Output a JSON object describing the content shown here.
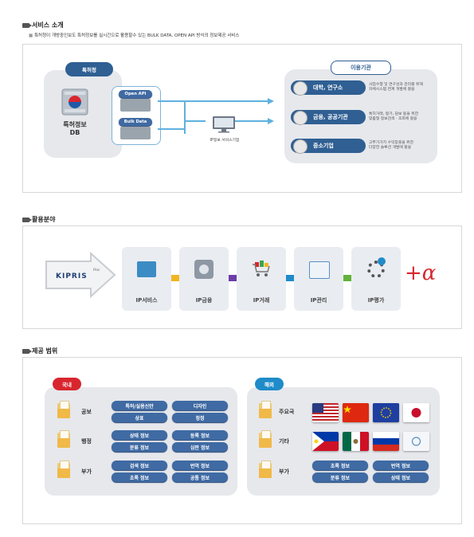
{
  "sec1": {
    "title": "서비스 소개",
    "desc": "특허청이 개방중인보도 특허정보를 실시간으로 활용할수 있는 BULK DATA, OPEN API 방식의 정보제공 서비스",
    "kipo_label": "특허청",
    "db_label_1": "특허정보",
    "db_label_2": "DB",
    "open_api": "Open API",
    "bulk_data": "Bulk Data",
    "company_label": "IP정보 서비스기업",
    "users_label": "이용기관",
    "orgs": [
      {
        "name": "대학, 연구소",
        "desc1": "사업수행 및 연구성과 관리를 위해",
        "desc2": "자체시스템 연계 개발에 활용"
      },
      {
        "name": "금융, 공공기관",
        "desc1": "특허거래, 평가, 담보 등을 위한",
        "desc2": "맞춤형 정보검색 · 조회에 활용"
      },
      {
        "name": "중소기업",
        "desc1": "고부가가치 수익창출을 위한",
        "desc2": "다양한 솔루션 개발에 활용"
      }
    ]
  },
  "sec2": {
    "title": "활용분야",
    "logo": "KIPRIS",
    "logo_plus": "Plus",
    "tiles": [
      "IP서비스",
      "IP금융",
      "IP거래",
      "IP관리",
      "IP평가"
    ],
    "plus_alpha": "+α"
  },
  "sec3": {
    "title": "제공 범위",
    "domestic_tab": "국내",
    "overseas_tab": "해외",
    "domestic": [
      {
        "label": "공보",
        "items": [
          "특허/실용신안",
          "디자인",
          "상표",
          "정정"
        ]
      },
      {
        "label": "행정",
        "items": [
          "상태 정보",
          "등록 정보",
          "분류 정보",
          "심판 정보"
        ]
      },
      {
        "label": "부가",
        "items": [
          "검색 정보",
          "번역 정보",
          "초록 정보",
          "공통 정보"
        ]
      }
    ],
    "overseas": [
      {
        "label": "주요국"
      },
      {
        "label": "기타"
      },
      {
        "label": "부가",
        "items": [
          "초록 정보",
          "번역 정보",
          "분류 정보",
          "상태 정보"
        ]
      }
    ]
  },
  "colors": {
    "navy": "#2f5f93",
    "red": "#d8262e",
    "blue": "#1f8bc9"
  }
}
